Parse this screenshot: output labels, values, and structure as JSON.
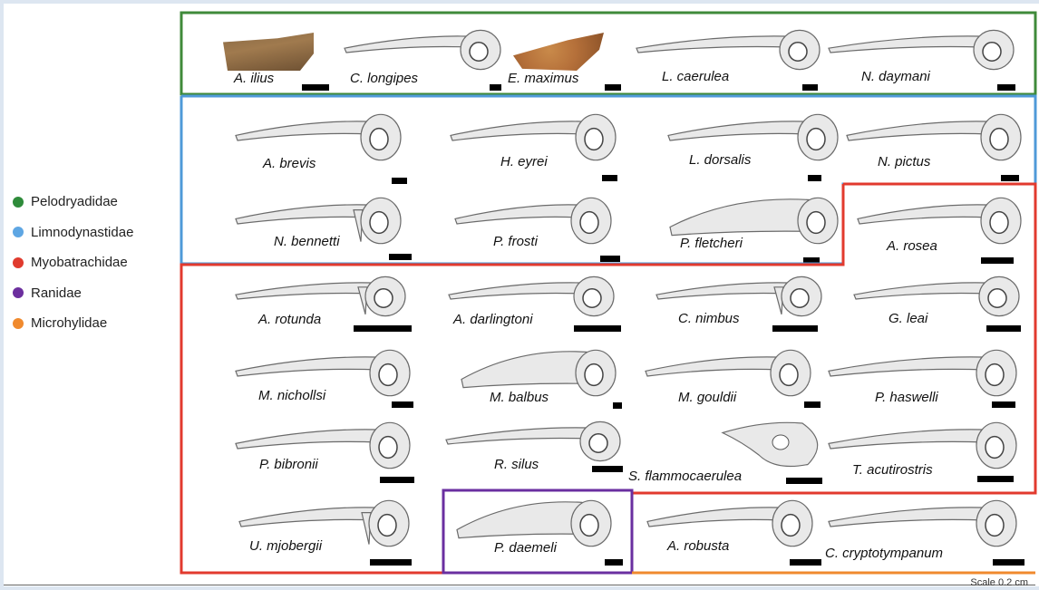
{
  "legend": [
    {
      "label": "Pelodryadidae",
      "color": "#2e8b3a"
    },
    {
      "label": "Limnodynastidae",
      "color": "#5ea6e3"
    },
    {
      "label": "Myobatrachidae",
      "color": "#e03b2e"
    },
    {
      "label": "Ranidae",
      "color": "#6c2f9e"
    },
    {
      "label": "Microhylidae",
      "color": "#f08a2e"
    }
  ],
  "colors": {
    "pelodryadidae_frame": "#3f8a3a",
    "limnodynastidae_frame": "#4f9ad8",
    "myobatrachidae_frame": "#e23a2e",
    "ranidae_frame": "#6a2fa0",
    "microhylidae_frame": "#f08a2e",
    "bone_fill": "#e9e9e9",
    "bone_stroke": "#6b6b6b"
  },
  "species": [
    "A. ilius",
    "C. longipes",
    "E. maximus",
    "L. caerulea",
    "N. daymani",
    "A. brevis",
    "H. eyrei",
    "L. dorsalis",
    "N. pictus",
    "N. bennetti",
    "P. frosti",
    "P. fletcheri",
    "A. rosea",
    "A. rotunda",
    "A. darlingtoni",
    "C. nimbus",
    "G. leai",
    "M. nichollsi",
    "M. balbus",
    "M. gouldii",
    "P. haswelli",
    "P. bibronii",
    "R. silus",
    "S. flammocaerulea",
    "T. acutirostris",
    "U. mjobergii",
    "P. daemeli",
    "A. robusta",
    "C. cryptotympanum"
  ],
  "scale_text": "Scale 0.2 cm"
}
